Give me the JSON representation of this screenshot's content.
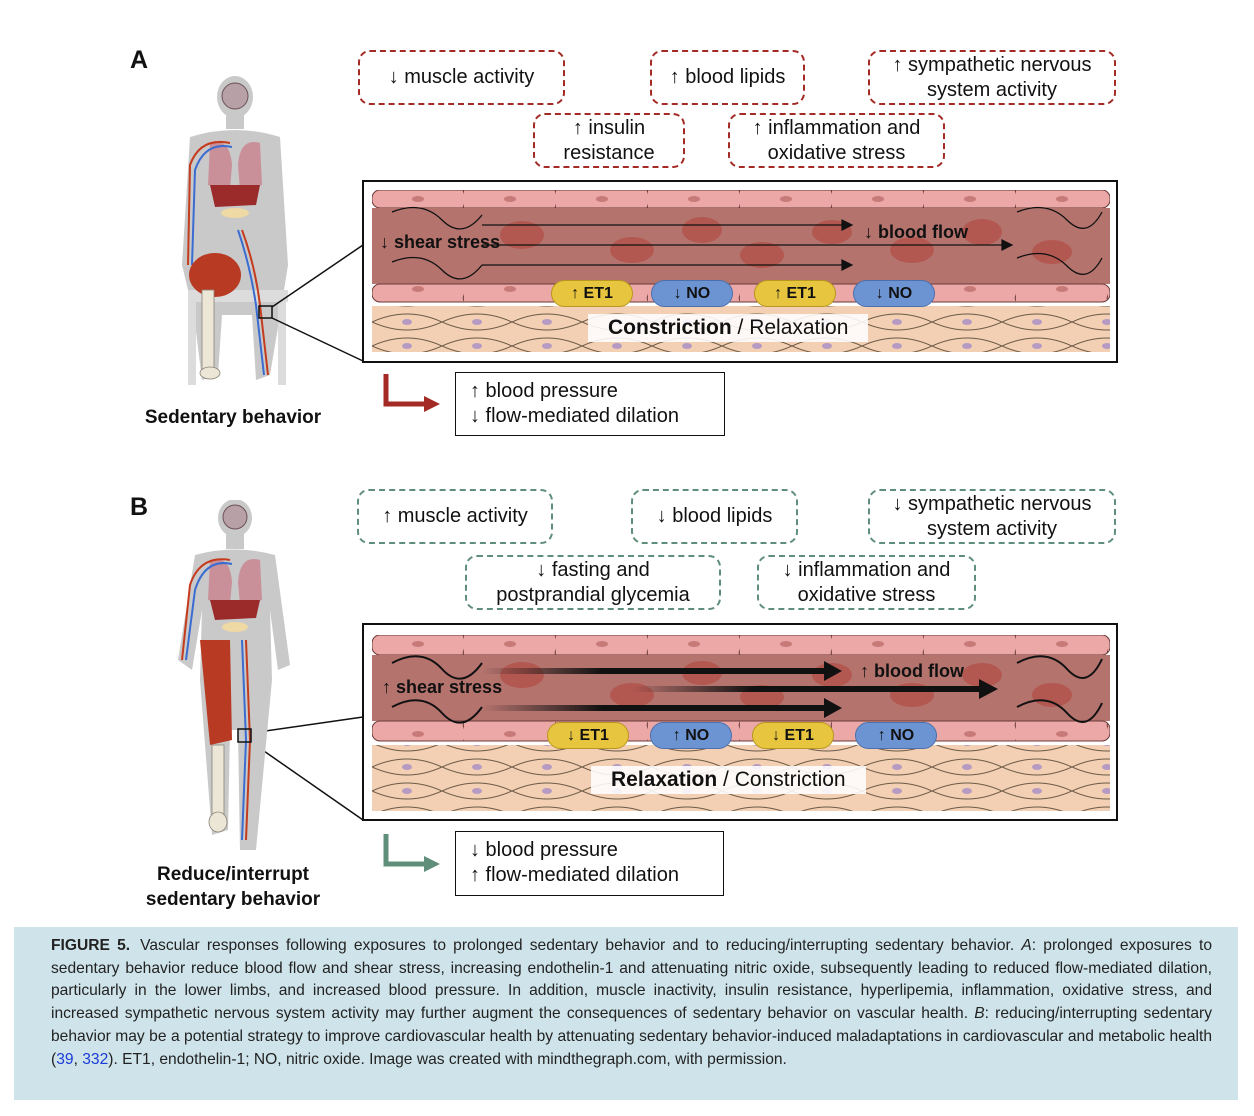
{
  "panel_a": {
    "letter": "A",
    "figure_label": "Sedentary behavior",
    "factors": [
      "↓ muscle activity",
      "↑ blood lipids",
      "↑ sympathetic nervous system activity",
      "↑ insulin resistance",
      "↑ inflammation and oxidative stress"
    ],
    "factor_lines": [
      [
        "↓ muscle activity"
      ],
      [
        "↑ blood lipids"
      ],
      [
        "↑ sympathetic nervous",
        "system activity"
      ],
      [
        "↑ insulin",
        "resistance"
      ],
      [
        "↑ inflammation and",
        "oxidative stress"
      ]
    ],
    "vessel": {
      "shear_label": "↓ shear stress",
      "flow_label": "↓ blood flow",
      "pills": [
        "↑ ET1",
        "↓ NO",
        "↑ ET1",
        "↓ NO"
      ],
      "state_primary": "Constriction",
      "state_separator": " / ",
      "state_secondary": "Relaxation"
    },
    "outcomes": [
      "↑ blood pressure",
      "↓ flow-mediated dilation"
    ],
    "accent_color": "#a32a25"
  },
  "panel_b": {
    "letter": "B",
    "figure_label_lines": [
      "Reduce/interrupt",
      "sedentary behavior"
    ],
    "factor_lines": [
      [
        "↑ muscle activity"
      ],
      [
        "↓ blood lipids"
      ],
      [
        "↓ sympathetic nervous",
        "system activity"
      ],
      [
        "↓ fasting and",
        "postprandial glycemia"
      ],
      [
        "↓ inflammation and",
        "oxidative stress"
      ]
    ],
    "vessel": {
      "shear_label": "↑ shear stress",
      "flow_label": "↑ blood flow",
      "pills": [
        "↓ ET1",
        "↑ NO",
        "↓ ET1",
        "↑ NO"
      ],
      "state_primary": "Relaxation",
      "state_separator": " / ",
      "state_secondary": "Constriction"
    },
    "outcomes": [
      "↓ blood pressure",
      "↑ flow-mediated dilation"
    ],
    "accent_color": "#5f8f7a"
  },
  "caption": {
    "lead": "FIGURE 5.",
    "text_1": "Vascular responses following exposures to prolonged sedentary behavior and to reducing/interrupting sedentary behavior. ",
    "a_label": "A",
    "text_2": ": prolonged exposures to sedentary behavior reduce blood flow and shear stress, increasing endothelin-1 and attenuating nitric oxide, subsequently leading to reduced flow-mediated dilation, particularly in the lower limbs, and increased blood pressure. In addition, muscle inactivity, insulin resistance, hyperlipemia, inflammation, oxidative stress, and increased sympathetic nervous system activity may further augment the consequences of sedentary behavior on vascular health. ",
    "b_label": "B",
    "text_3": ": reducing/interrupting sedentary behavior may be a potential strategy to improve cardiovascular health by attenuating sedentary behavior-induced maladaptations in cardiovascular and metabolic health (",
    "ref_1": "39",
    "ref_sep": ", ",
    "ref_2": "332",
    "text_4": "). ET1, endothelin-1; NO, nitric oxide. Image was created with mindthegraph.com, with permission."
  }
}
